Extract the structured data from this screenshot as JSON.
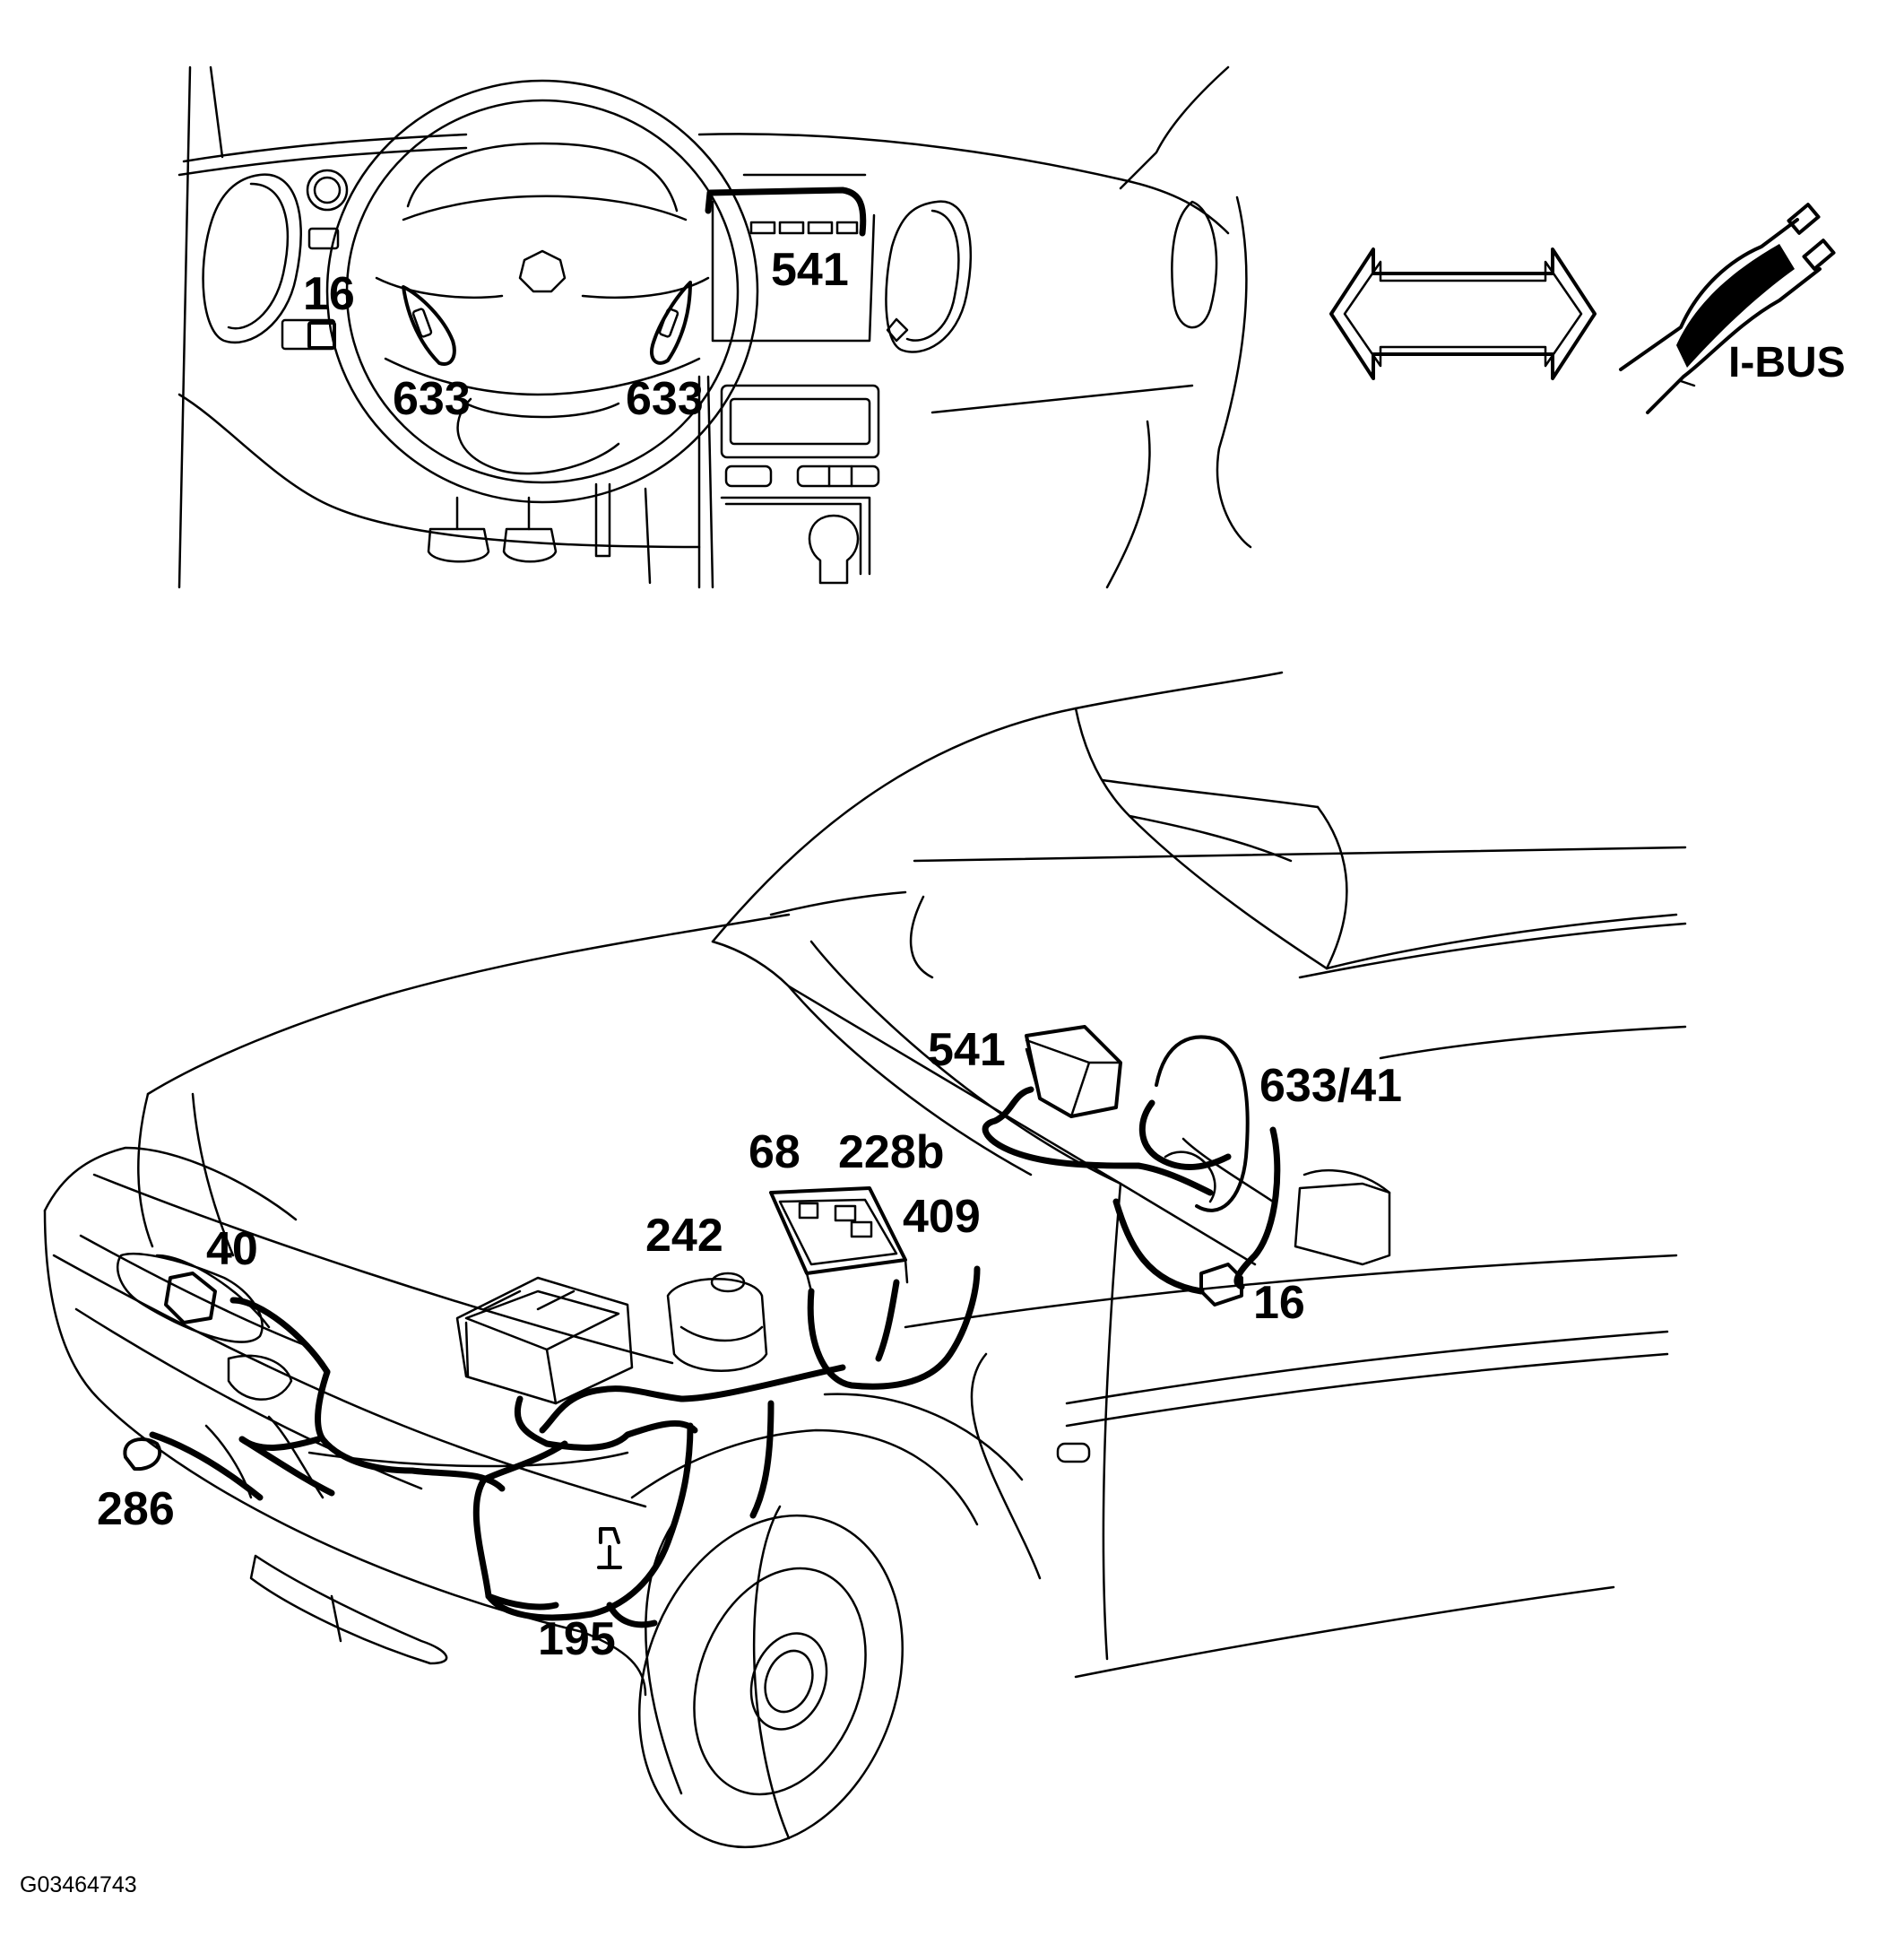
{
  "figure_id": "G03464743",
  "bus_label": "I-BUS",
  "dashboard_view": {
    "labels": {
      "c16": "16",
      "c633_left": "633",
      "c633_right": "633",
      "c541": "541"
    }
  },
  "engine_view": {
    "labels": {
      "c541": "541",
      "c633_41": "633/41",
      "c68": "68",
      "c228b": "228b",
      "c409": "409",
      "c242": "242",
      "c40": "40",
      "c16": "16",
      "c286": "286",
      "c195": "195"
    }
  }
}
